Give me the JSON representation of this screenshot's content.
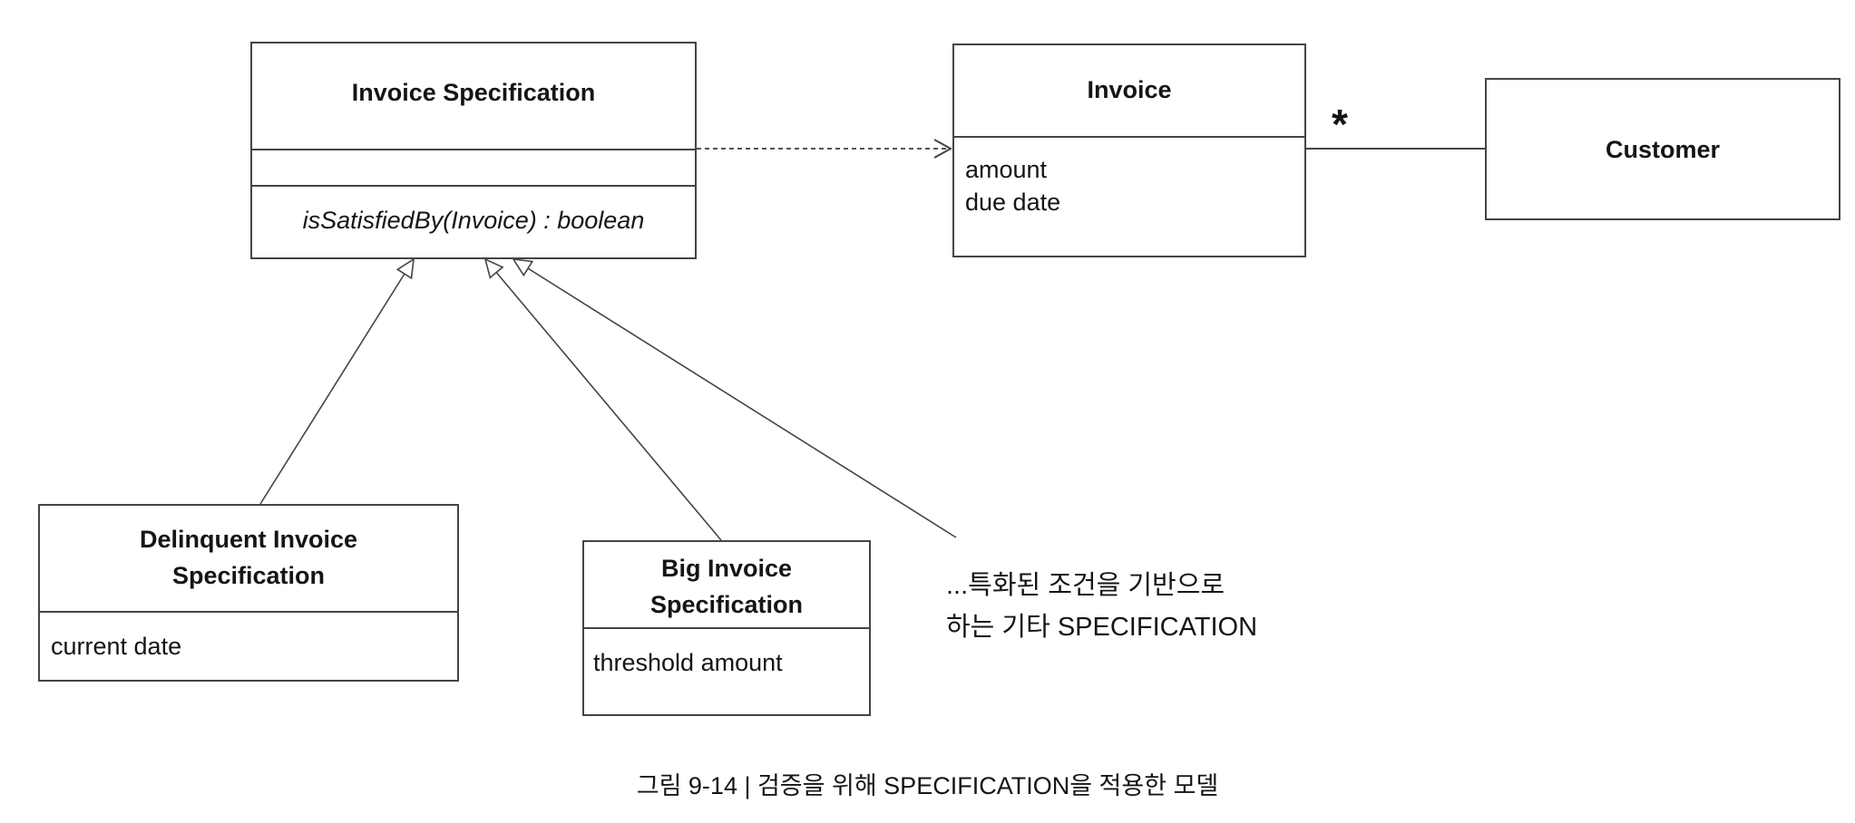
{
  "classes": {
    "invoice_spec": {
      "name": "Invoice Specification",
      "operation": "isSatisfiedBy(Invoice) : boolean"
    },
    "invoice": {
      "name": "Invoice",
      "attributes": [
        "amount",
        "due date"
      ]
    },
    "customer": {
      "name": "Customer"
    },
    "delinquent": {
      "name_line1": "Delinquent Invoice",
      "name_line2": "Specification",
      "attribute": "current date"
    },
    "big": {
      "name_line1": "Big Invoice",
      "name_line2": "Specification",
      "attribute": "threshold amount"
    }
  },
  "association": {
    "multiplicity": "*"
  },
  "note": {
    "line1": "...특화된 조건을 기반으로",
    "line2": "하는 기타 SPECIFICATION"
  },
  "caption": "그림 9-14  |  검증을 위해 SPECIFICATION을 적용한 모델"
}
